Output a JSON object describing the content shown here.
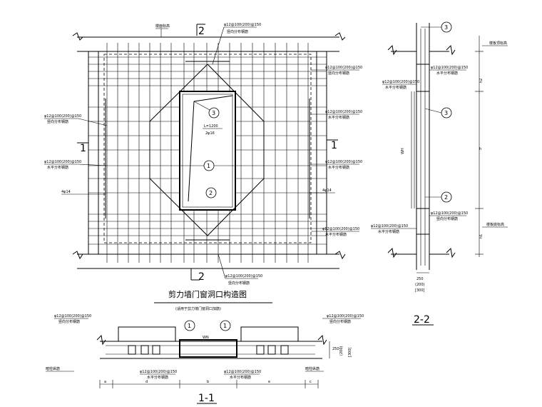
{
  "labels": {
    "main_title": "剪力墙门窗洞口构造图",
    "main_subtitle": "(适用于剪力墙门窗洞口加筋)",
    "section_11": "1-1",
    "section_22": "2-2",
    "cut_2_top": "2",
    "cut_2_bottom": "2",
    "cut_1_left": "1",
    "cut_1_right": "1",
    "bar_spec_a": "φ12@100(200)@150",
    "bar_note_a": "竖向分布钢筋",
    "bar_spec_b": "φ12@100(200)@150",
    "bar_note_b": "水平分布钢筋",
    "left_spec_1": "φ12@100(200)@150",
    "left_note_1": "竖向分布钢筋",
    "left_spec_2": "φ12@100(200)@150",
    "left_note_2": "水平分布钢筋",
    "left_dim": "4φ14",
    "right_dim": "4φ14",
    "right_spec_1": "φ12@100(200)@150",
    "right_note_1": "竖向分布钢筋",
    "right_spec_2": "φ12@100(200)@150",
    "right_note_2": "水平分布钢筋",
    "right_spec_3": "φ12@100(200)@150",
    "right_note_3": "水平分布钢筋",
    "bottom_spec": "φ12@100(200)@150",
    "bottom_note": "竖向分布钢筋",
    "l_label": "L=1200",
    "l_bar": "2φ16",
    "mark1": "1",
    "mark2": "2",
    "mark3": "3",
    "wall_top_label": "楼面标高",
    "sec22_h": "h",
    "sec22_h1": "h1",
    "sec22_h2": "h2",
    "sec22_wh": "WH",
    "sec22_w1": "250",
    "sec22_w2": "(200)",
    "sec22_w3": "[300]",
    "sec22_spec_1": "φ12@100(200)@150",
    "sec22_note_1": "水平分布钢筋",
    "sec22_spec_2": "φ12@100(200)@150",
    "sec22_note_2": "水平分布钢筋",
    "sec22_spec_3": "φ12@100(200)@150",
    "sec22_note_3": "竖向分布钢筋",
    "sec22_top_label": "楼板顶标高",
    "sec22_bot_label": "楼板底标高",
    "sec11_spec_l": "φ12@100(200)@150",
    "sec11_note_l": "竖向分布钢筋",
    "sec11_spec_r": "φ12@100(200)@150",
    "sec11_note_r": "竖向分布钢筋",
    "sec11_wn": "WN",
    "sec11_dim_1": "250",
    "sec11_dim_2": "(200)",
    "sec11_dim_3": "[300]",
    "sec11_bot_spec_l": "φ12@100(200)@150",
    "sec11_bot_note_l": "水平分布钢筋",
    "sec11_bot_spec_r": "φ12@100(200)@150",
    "sec11_bot_note_r": "水平分布钢筋",
    "sec11_side_l": "暗柱纵筋",
    "sec11_side_r": "暗柱纵筋",
    "dim_a": "a",
    "dim_b": "b",
    "dim_c": "c",
    "dim_d": "d",
    "dim_e": "e"
  }
}
